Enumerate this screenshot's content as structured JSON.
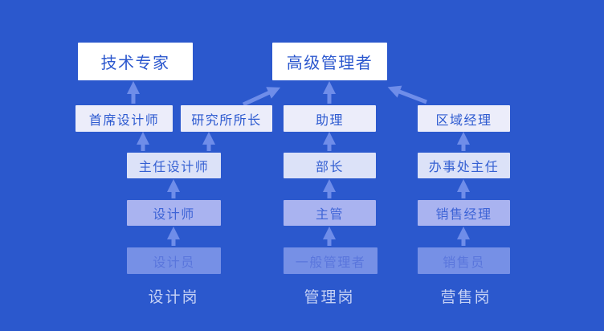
{
  "colors": {
    "background": "#2B58CD",
    "level1_box": "#7690E6",
    "level2_box": "#A9B3F0",
    "level3_box": "#DCE2F8",
    "level4_box": "#ECEDFA",
    "level5_box": "#FFFFFF",
    "level1_text": "#5A76DC",
    "level2_text": "#3E64D6",
    "level3_text": "#3560D2",
    "level4_text": "#2E5BD0",
    "level5_text": "#2B57CE",
    "arrow": "#6F8DE9",
    "footer_text": "#C5D1F5"
  },
  "nodes": {
    "tech_expert": {
      "label": "技术专家",
      "level": 5
    },
    "senior_manager": {
      "label": "高级管理者",
      "level": 5
    },
    "chief_designer": {
      "label": "首席设计师",
      "level": 4
    },
    "institute_director": {
      "label": "研究所所长",
      "level": 4
    },
    "assistant": {
      "label": "助理",
      "level": 4
    },
    "regional_manager": {
      "label": "区域经理",
      "level": 4
    },
    "director_designer": {
      "label": "主任设计师",
      "level": 3
    },
    "department_head": {
      "label": "部长",
      "level": 3
    },
    "office_director": {
      "label": "办事处主任",
      "level": 3
    },
    "designer": {
      "label": "设计师",
      "level": 2
    },
    "supervisor": {
      "label": "主管",
      "level": 2
    },
    "sales_manager": {
      "label": "销售经理",
      "level": 2
    },
    "junior_designer": {
      "label": "设计员",
      "level": 1
    },
    "general_manager": {
      "label": "一般管理者",
      "level": 1
    },
    "salesperson": {
      "label": "销售员",
      "level": 1
    }
  },
  "edges": [
    {
      "from": "junior_designer",
      "to": "designer"
    },
    {
      "from": "designer",
      "to": "director_designer"
    },
    {
      "from": "director_designer",
      "to": "chief_designer"
    },
    {
      "from": "director_designer",
      "to": "institute_director"
    },
    {
      "from": "chief_designer",
      "to": "tech_expert"
    },
    {
      "from": "institute_director",
      "to": "senior_manager"
    },
    {
      "from": "general_manager",
      "to": "supervisor"
    },
    {
      "from": "supervisor",
      "to": "department_head"
    },
    {
      "from": "department_head",
      "to": "assistant"
    },
    {
      "from": "assistant",
      "to": "senior_manager"
    },
    {
      "from": "salesperson",
      "to": "sales_manager"
    },
    {
      "from": "sales_manager",
      "to": "office_director"
    },
    {
      "from": "office_director",
      "to": "regional_manager"
    },
    {
      "from": "regional_manager",
      "to": "senior_manager"
    }
  ],
  "footers": {
    "design": "设计岗",
    "management": "管理岗",
    "sales": "营售岗"
  }
}
